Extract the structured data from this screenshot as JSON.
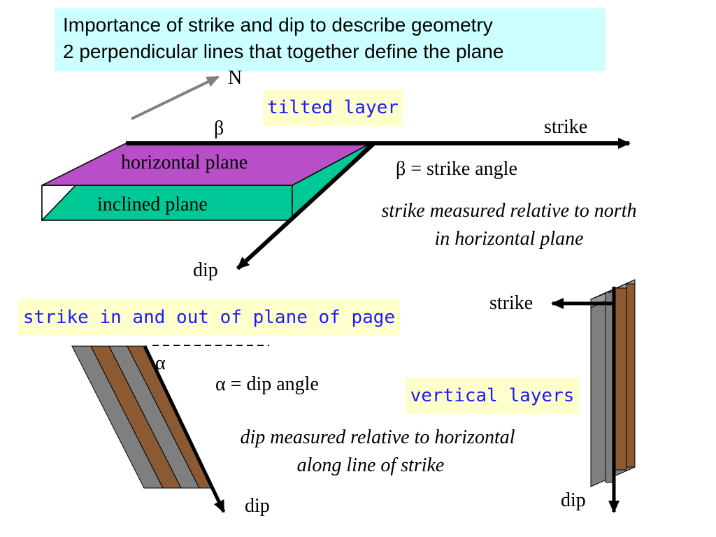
{
  "title": {
    "line1": "Importance of strike and dip to describe geometry",
    "line2": "2 perpendicular lines that together define the plane"
  },
  "labels": {
    "north": "N",
    "tilted_layer": "tilted layer",
    "beta": "β",
    "strike_top": "strike",
    "horizontal_plane": "horizontal plane",
    "inclined_plane": "inclined plane",
    "beta_def": "β = strike angle",
    "strike_note_1": "strike measured relative to north",
    "strike_note_2": "in horizontal plane",
    "dip_top": "dip",
    "strike_page": "strike in and out of plane of page",
    "alpha": "α",
    "alpha_def": "α = dip angle",
    "dip_note_1": "dip measured relative to horizontal",
    "dip_note_2": "along line of strike",
    "dip_bottom_left": "dip",
    "strike_right": "strike",
    "vertical_layers": "vertical layers",
    "dip_right": "dip"
  },
  "colors": {
    "title_bg": "#ccffff",
    "note_bg": "#ffffcc",
    "note_text": "#1a1aff",
    "horizontal_plane": "#b84fc8",
    "inclined_plane": "#00c896",
    "layer_gray": "#7f7f7f",
    "layer_brown": "#8c5a32",
    "north_arrow": "#808080"
  }
}
